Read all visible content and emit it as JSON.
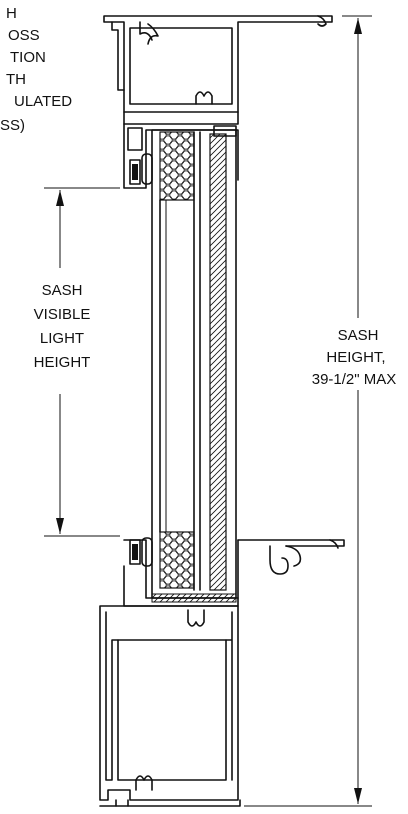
{
  "labels": {
    "left_callout": [
      "H",
      "OSS",
      "TION",
      "TH",
      "ULATED",
      "SS)"
    ],
    "visible_light": [
      "SASH",
      "VISIBLE",
      "LIGHT",
      "HEIGHT"
    ],
    "sash_height": [
      "SASH",
      "HEIGHT,",
      "39-1/2\" MAX"
    ]
  },
  "colors": {
    "ink": "#111111",
    "paper": "#ffffff"
  }
}
